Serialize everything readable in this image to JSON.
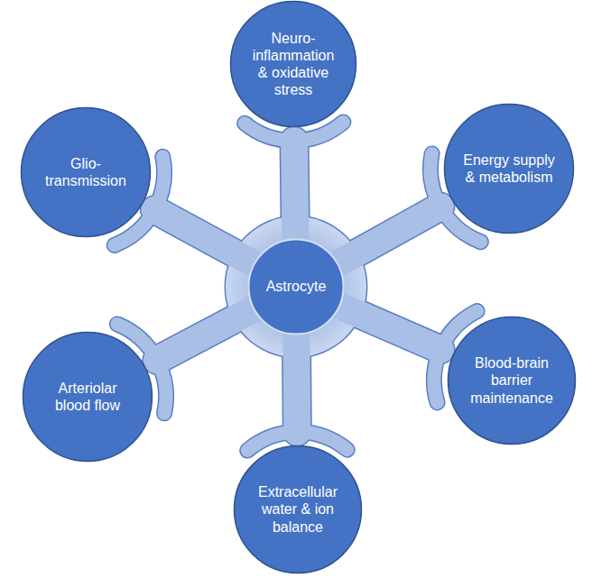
{
  "diagram": {
    "nodes": [
      {
        "text": [
          "Neuro- inflammation & oxidative stress"
        ]
      },
      {
        "text": [
          "Energy supply & metabolism"
        ]
      },
      {
        "text": [
          "Blood-brain barrier maintenance"
        ]
      },
      {
        "text": [
          "Extracellular water & ion balance"
        ]
      },
      {
        "text": [
          "Arteriolar blood flow"
        ]
      },
      {
        "text": [
          "Glio- transmission"
        ]
      },
      {
        "text": [
          "Astrocyte"
        ]
      }
    ]
  }
}
